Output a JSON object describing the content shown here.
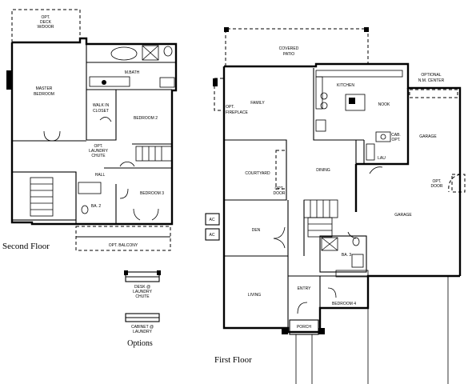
{
  "captions": {
    "second_floor": "Second Floor",
    "first_floor": "First Floor",
    "options": "Options"
  },
  "second_floor": {
    "opt_deck": [
      "OPT.",
      "DECK",
      "W/DOOR"
    ],
    "m_bath": "M.BATH",
    "master_bedroom": [
      "MASTER",
      "BEDROOM"
    ],
    "walk_in_closet": [
      "WALK IN",
      "CLOSET"
    ],
    "bedroom_2": "BEDROOM 2",
    "opt_laundry_chute": [
      "OPT.",
      "LAUNDRY",
      "CHUTE"
    ],
    "hall": "HALL",
    "bedroom_3": "BEDROOM 3",
    "ba_2": "BA. 2",
    "opt_balcony": "OPT. BALCONY"
  },
  "first_floor": {
    "covered_patio": [
      "COVERED",
      "PATIO"
    ],
    "family": "FAMILY",
    "opt_fireplace": [
      "OPT.",
      "FIREPLACE"
    ],
    "kitchen": "KITCHEN",
    "nook": "NOOK",
    "optional_nm_center": [
      "OPTIONAL",
      "N.M. CENTER"
    ],
    "cab_opt": [
      "CAB.",
      "OPT."
    ],
    "lau": "LAU",
    "garage_upper": "GARAGE",
    "courtyard": "COURTYARD",
    "opt_door_courtyard": [
      "OPT.",
      "DOOR"
    ],
    "dining": "DINING",
    "opt_door_garage": [
      "OPT.",
      "DOOR"
    ],
    "garage_main": "GARAGE",
    "ac_1": "AC",
    "ac_2": "AC",
    "den": "DEN",
    "ba_3": "BA. 3",
    "living": "LIVING",
    "entry": "ENTRY",
    "bedroom_4": "BEDROOM 4",
    "porch": "PORCH"
  },
  "options": {
    "desk_laundry_chute": [
      "DESK @",
      "LAUNDRY",
      "CHUTE"
    ],
    "cabinet_laundry": [
      "CABINET @",
      "LAUNDRY"
    ]
  }
}
